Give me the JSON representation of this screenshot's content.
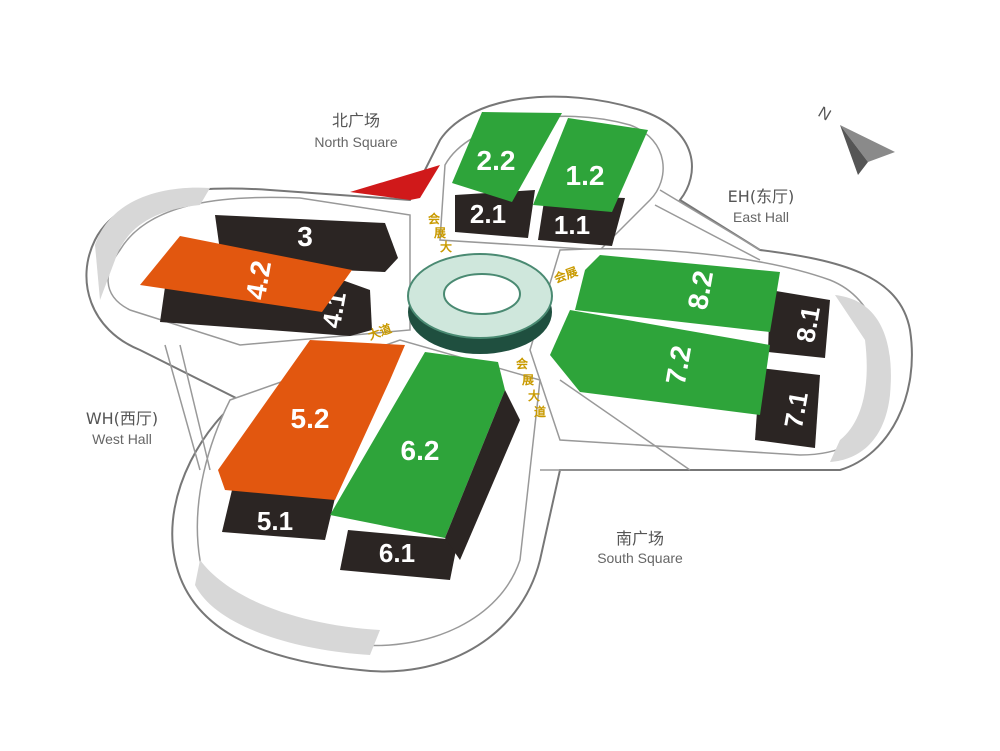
{
  "colors": {
    "green": "#2ea43a",
    "orange": "#e2570f",
    "dark": "#2b2523",
    "red_plaza": "#d0191a",
    "avenue_text": "#c99a00",
    "outline": "#777777"
  },
  "areas": {
    "north": {
      "zh": "北广场",
      "en": "North Square"
    },
    "east": {
      "zh": "EH(东厅)",
      "en": "East Hall"
    },
    "west": {
      "zh": "WH(西厅)",
      "en": "West Hall"
    },
    "south": {
      "zh": "南广场",
      "en": "South Square"
    }
  },
  "avenue_label": "会展大道",
  "compass": {
    "letter": "N",
    "icon": "compass-arrow-icon"
  },
  "halls": {
    "h1_1": {
      "label": "1.1",
      "color": "dark"
    },
    "h1_2": {
      "label": "1.2",
      "color": "green"
    },
    "h2_1": {
      "label": "2.1",
      "color": "dark"
    },
    "h2_2": {
      "label": "2.2",
      "color": "green"
    },
    "h3": {
      "label": "3",
      "color": "dark"
    },
    "h4_1": {
      "label": "4.1",
      "color": "dark"
    },
    "h4_2": {
      "label": "4.2",
      "color": "orange"
    },
    "h5_1": {
      "label": "5.1",
      "color": "dark"
    },
    "h5_2": {
      "label": "5.2",
      "color": "orange"
    },
    "h6_1": {
      "label": "6.1",
      "color": "dark"
    },
    "h6_2": {
      "label": "6.2",
      "color": "green"
    },
    "h7_1": {
      "label": "7.1",
      "color": "dark"
    },
    "h7_2": {
      "label": "7.2",
      "color": "green"
    },
    "h8_1": {
      "label": "8.1",
      "color": "dark"
    },
    "h8_2": {
      "label": "8.2",
      "color": "green"
    }
  }
}
